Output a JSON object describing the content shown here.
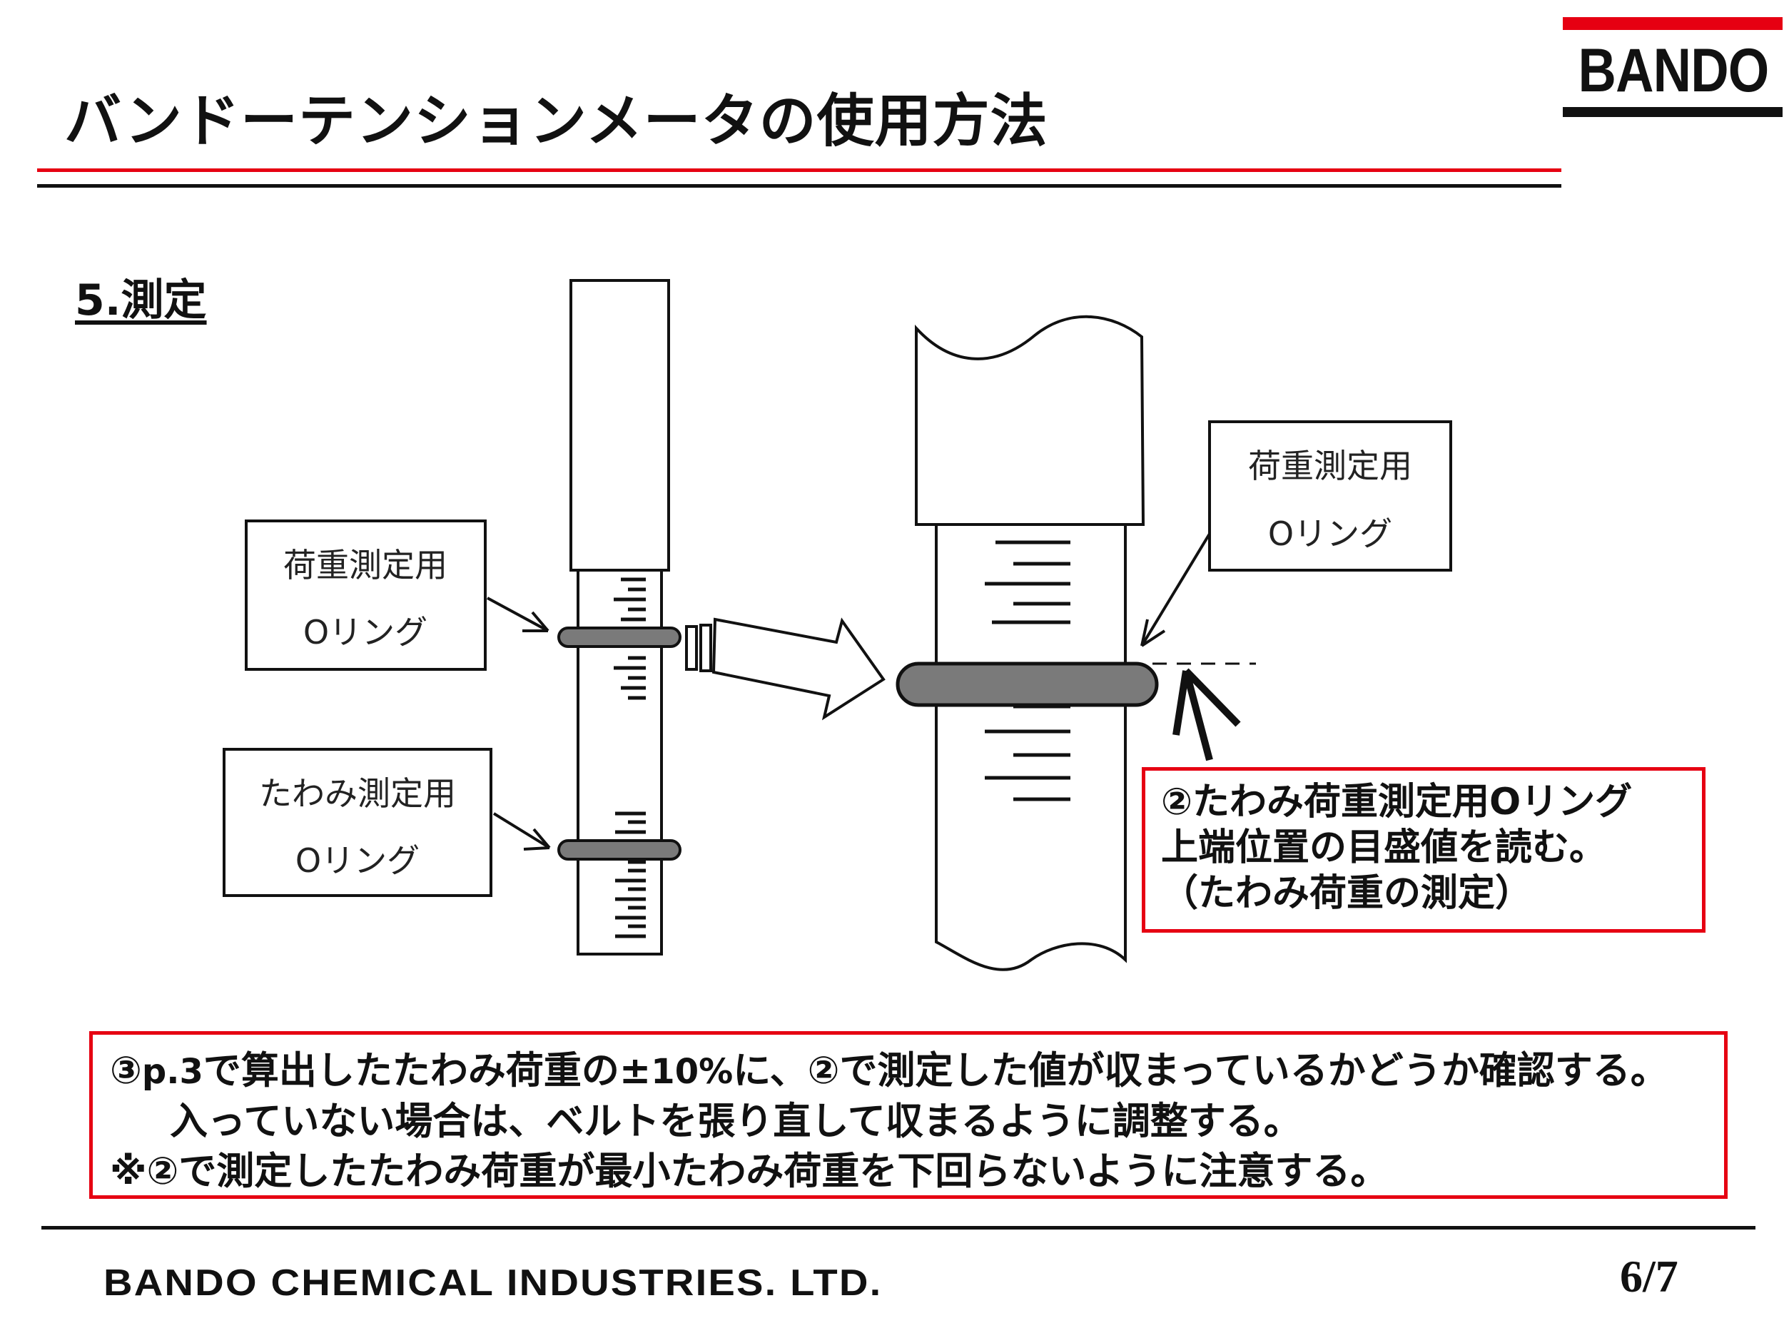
{
  "header": {
    "title": "バンドーテンションメータの使用方法",
    "logo_text": "BANDO"
  },
  "section": {
    "heading": "5.測定"
  },
  "diagram": {
    "load_oring_label_line1": "荷重測定用",
    "load_oring_label_line2": "Oリング",
    "deflection_oring_label_line1": "たわみ測定用",
    "deflection_oring_label_line2": "Oリング",
    "zoom_load_oring_label_line1": "荷重測定用",
    "zoom_load_oring_label_line2": "Oリング"
  },
  "callout_measure": {
    "line1": "②たわみ荷重測定用Oリング",
    "line2": "上端位置の目盛値を読む。",
    "line3": "（たわみ荷重の測定）"
  },
  "callout_check": {
    "line1_prefix": "③",
    "line1_ref": "p.3",
    "line1_mid": "で算出したたわみ荷重の±",
    "line1_pct": "10%",
    "line1_rest": "に、②で測定した値が収まっているかどうか確認する。",
    "line2": "入っていない場合は、ベルトを張り直して収まるように調整する。",
    "line3": "※②で測定したたわみ荷重が最小たわみ荷重を下回らないように注意する。"
  },
  "footer": {
    "company": "BANDO CHEMICAL INDUSTRIES. LTD.",
    "page": "6/7"
  },
  "colors": {
    "accent_red": "#e60012",
    "ink": "#111111",
    "oring_gray": "#7a7a7a"
  }
}
